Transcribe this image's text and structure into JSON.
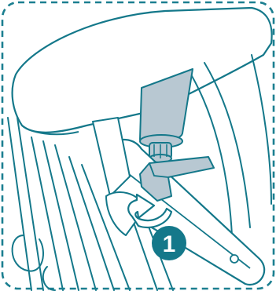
{
  "diagram": {
    "step_marker": {
      "label": "1"
    },
    "colors": {
      "line": "#14788a",
      "accent": "#14788a",
      "fill_light": "#ffffff",
      "fill_tint": "#b8c8d2",
      "frame": "#1b7f90"
    },
    "elements": {
      "frame": "dashed-rounded-border",
      "arrow": "curved-rotate-arrow",
      "badge": "numbered-step-badge"
    }
  }
}
